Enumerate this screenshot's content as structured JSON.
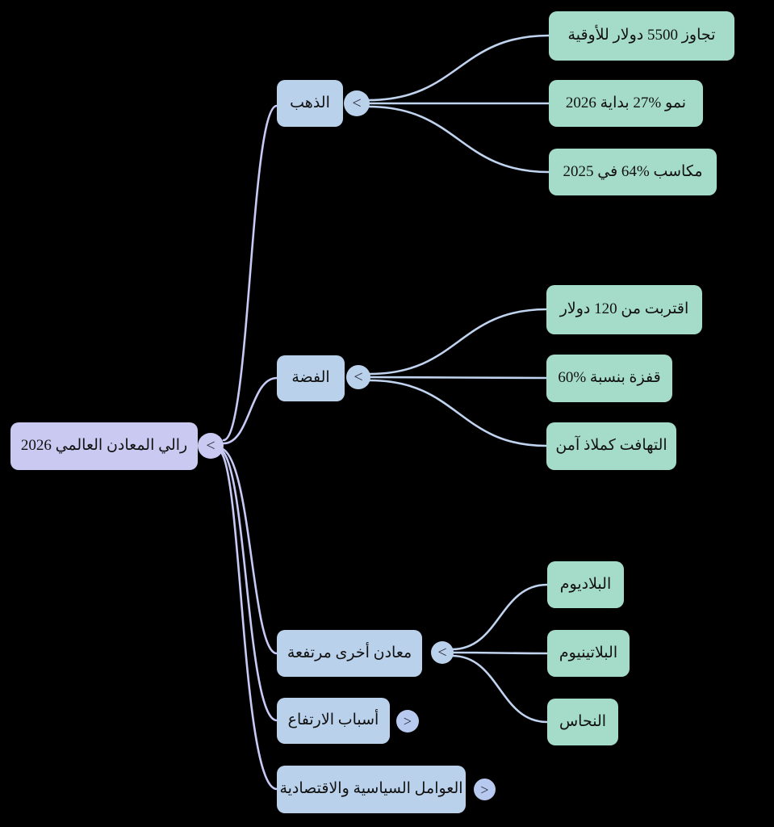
{
  "colors": {
    "background": "#000000",
    "text": "#111111",
    "root_fill": "#c9c9f2",
    "branch_fill": "#b9d1eb",
    "leaf_fill": "#a5dcc9",
    "collapsed_fill": "#b7c9ee",
    "link_root": "#c6caf5",
    "link_child": "#c0d3ef",
    "chevron": "#2b2b3a"
  },
  "root": {
    "label": "رالي المعادن العالمي 2026",
    "toggle": "<"
  },
  "branches": [
    {
      "label": "الذهب",
      "toggle": "<",
      "children": [
        "تجاوز 5500 دولار للأوقية",
        "نمو %27 بداية 2026",
        "مكاسب %64 في 2025"
      ]
    },
    {
      "label": "الفضة",
      "toggle": "<",
      "children": [
        "اقتربت من 120 دولار",
        "قفزة بنسبة %60",
        "التهافت كملاذ آمن"
      ]
    },
    {
      "label": "معادن أخرى مرتفعة",
      "toggle": "<",
      "children": [
        "البلاديوم",
        "البلاتينيوم",
        "النحاس"
      ]
    },
    {
      "label": "أسباب الارتفاع",
      "toggle": ">",
      "children": []
    },
    {
      "label": "العوامل السياسية والاقتصادية",
      "toggle": ">",
      "children": []
    }
  ]
}
